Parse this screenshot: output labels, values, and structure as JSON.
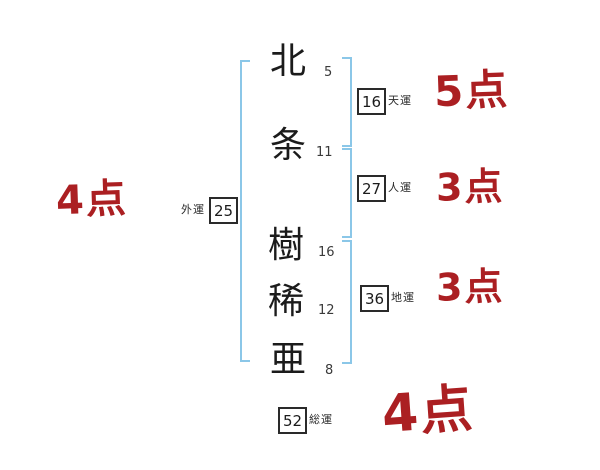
{
  "name_chars": [
    {
      "glyph": "北",
      "strokes": "5"
    },
    {
      "glyph": "条",
      "strokes": "11"
    },
    {
      "glyph": "樹",
      "strokes": "16"
    },
    {
      "glyph": "稀",
      "strokes": "12"
    },
    {
      "glyph": "亜",
      "strokes": "8"
    }
  ],
  "fortunes": {
    "ten": {
      "value": "16",
      "label": "天運",
      "score": "5点"
    },
    "jin": {
      "value": "27",
      "label": "人運",
      "score": "3点"
    },
    "chi": {
      "value": "36",
      "label": "地運",
      "score": "3点"
    },
    "sou": {
      "value": "52",
      "label": "総運",
      "score": "4点"
    },
    "gai": {
      "value": "25",
      "label": "外運",
      "score": "4点"
    }
  },
  "colors": {
    "bracket_blue": "#8bc7e8",
    "score_red": "#ab1f22",
    "text_black": "#1b1b1b"
  }
}
